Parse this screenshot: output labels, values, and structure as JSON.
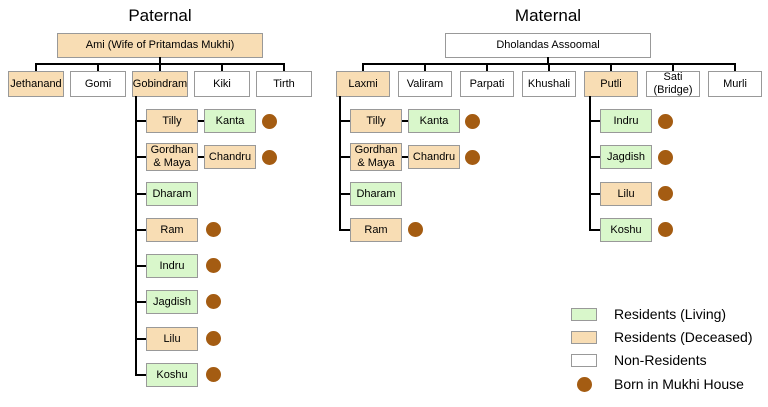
{
  "titles": {
    "paternal": "Paternal",
    "maternal": "Maternal"
  },
  "colors": {
    "residents_living": "#D9F7CB",
    "residents_deceased": "#F8DDB4",
    "non_residents": "#FFFFFF",
    "born_in_mukhi_house_dot": "#A45C12",
    "connector": "#000000",
    "box_border": "#999999"
  },
  "paternal": {
    "root": {
      "name": "Ami (Wife of Pritamdas Mukhi)",
      "status": "deceased"
    },
    "generation2": [
      {
        "name": "Jethanand",
        "status": "deceased"
      },
      {
        "name": "Gomi",
        "status": "non_resident"
      },
      {
        "name": "Gobindram",
        "status": "deceased"
      },
      {
        "name": "Kiki",
        "status": "non_resident"
      },
      {
        "name": "Tirth",
        "status": "non_resident"
      }
    ],
    "gobindram_children": [
      {
        "name": "Tilly",
        "status": "deceased",
        "spouse": "Kanta",
        "spouse_status": "living",
        "born_in_mukhi_house": true
      },
      {
        "name": "Gordhan & Maya",
        "status": "deceased",
        "spouse": "Chandru",
        "spouse_status": "deceased",
        "born_in_mukhi_house": true
      },
      {
        "name": "Dharam",
        "status": "living",
        "born_in_mukhi_house": false
      },
      {
        "name": "Ram",
        "status": "deceased",
        "born_in_mukhi_house": true
      },
      {
        "name": "Indru",
        "status": "living",
        "born_in_mukhi_house": true
      },
      {
        "name": "Jagdish",
        "status": "living",
        "born_in_mukhi_house": true
      },
      {
        "name": "Lilu",
        "status": "deceased",
        "born_in_mukhi_house": true
      },
      {
        "name": "Koshu",
        "status": "living",
        "born_in_mukhi_house": true
      }
    ]
  },
  "maternal": {
    "root": {
      "name": "Dholandas Assoomal",
      "status": "non_resident"
    },
    "generation2": [
      {
        "name": "Laxmi",
        "status": "deceased"
      },
      {
        "name": "Valiram",
        "status": "non_resident"
      },
      {
        "name": "Parpati",
        "status": "non_resident"
      },
      {
        "name": "Khushali",
        "status": "non_resident"
      },
      {
        "name": "Putli",
        "status": "deceased"
      },
      {
        "name": "Sati (Bridge)",
        "status": "non_resident"
      },
      {
        "name": "Murli",
        "status": "non_resident"
      }
    ],
    "laxmi_children": [
      {
        "name": "Tilly",
        "status": "deceased",
        "spouse": "Kanta",
        "spouse_status": "living",
        "born_in_mukhi_house": true
      },
      {
        "name": "Gordhan & Maya",
        "status": "deceased",
        "spouse": "Chandru",
        "spouse_status": "deceased",
        "born_in_mukhi_house": true
      },
      {
        "name": "Dharam",
        "status": "living",
        "born_in_mukhi_house": false
      },
      {
        "name": "Ram",
        "status": "deceased",
        "born_in_mukhi_house": true
      }
    ],
    "putli_children": [
      {
        "name": "Indru",
        "status": "living",
        "born_in_mukhi_house": true
      },
      {
        "name": "Jagdish",
        "status": "living",
        "born_in_mukhi_house": true
      },
      {
        "name": "Lilu",
        "status": "deceased",
        "born_in_mukhi_house": true
      },
      {
        "name": "Koshu",
        "status": "living",
        "born_in_mukhi_house": true
      }
    ]
  },
  "legend": {
    "items": [
      {
        "label": "Residents (Living)",
        "swatch": "living"
      },
      {
        "label": "Residents (Deceased)",
        "swatch": "deceased"
      },
      {
        "label": "Non-Residents",
        "swatch": "non_resident"
      },
      {
        "label": "Born in Mukhi House",
        "swatch": "dot"
      }
    ]
  }
}
